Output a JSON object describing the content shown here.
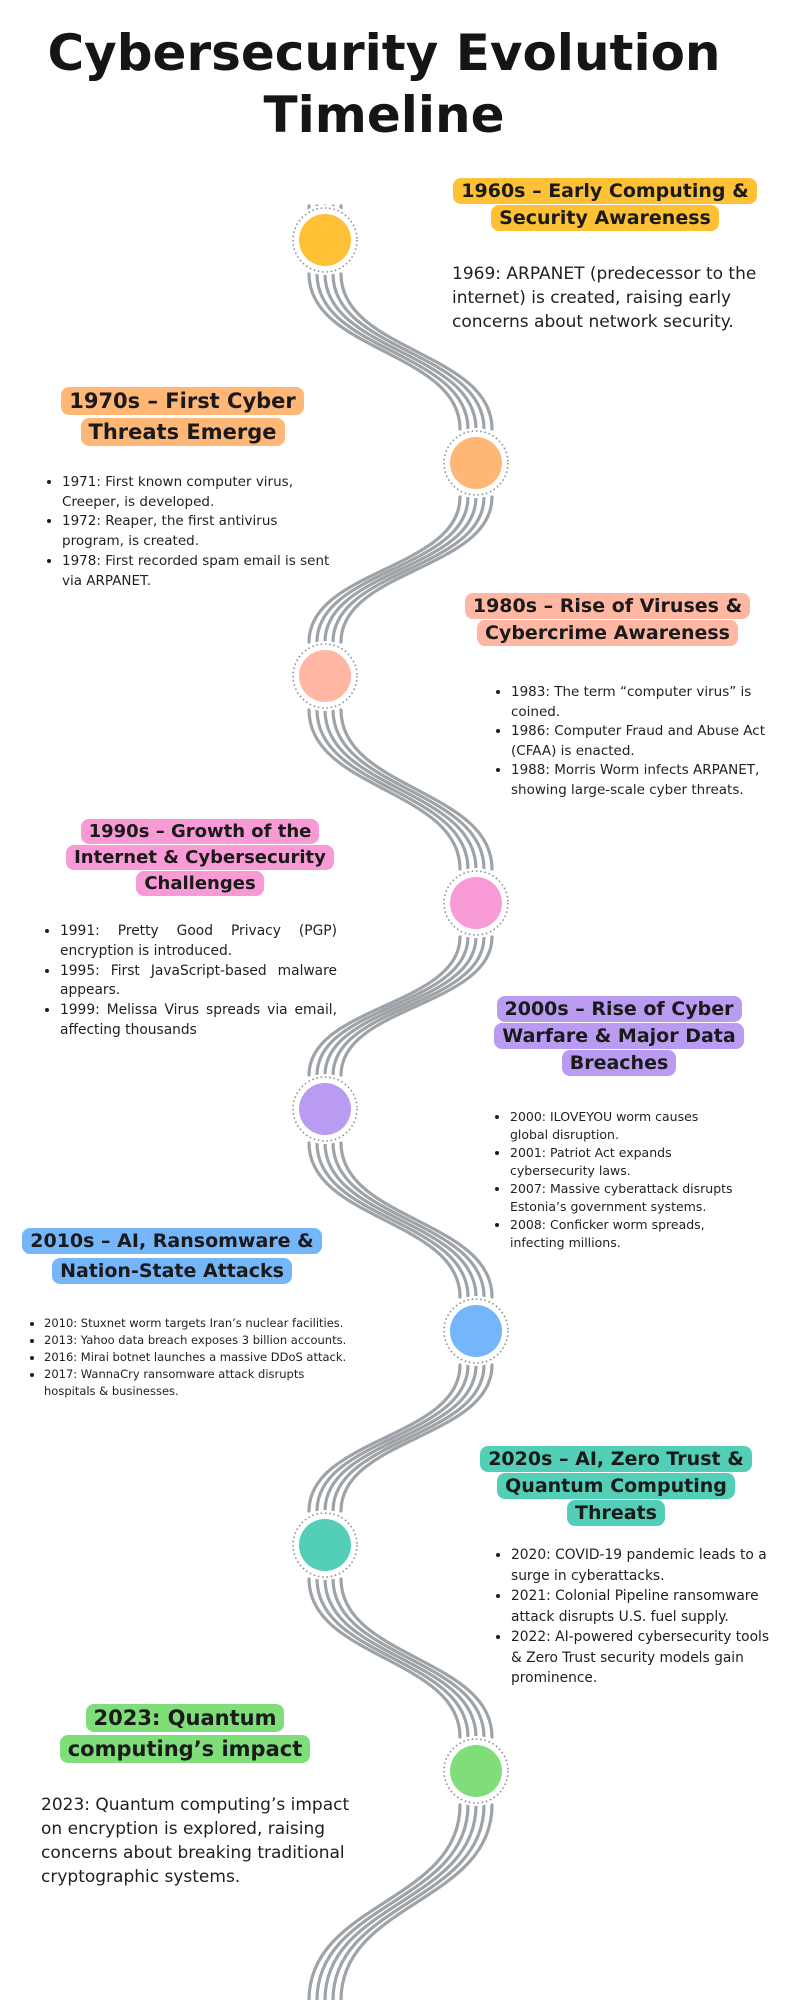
{
  "title": [
    "Cybersecurity Evolution",
    "Timeline"
  ],
  "colors": {
    "line": "#9ea3a8",
    "sections": [
      "#fec034",
      "#ffb778",
      "#ffb7a3",
      "#f89ad5",
      "#b99bf1",
      "#75b6fb",
      "#53cfb7",
      "#7fde7a"
    ]
  },
  "sections": [
    {
      "heading": "1960s – Early Computing & Security Awareness",
      "paragraph": "1969: ARPANET (predecessor to the internet) is created, raising early concerns about network security."
    },
    {
      "heading": "1970s – First Cyber Threats Emerge",
      "items": [
        "1971: First known computer virus, Creeper, is developed.",
        "1972: Reaper, the first antivirus program, is created.",
        "1978: First recorded spam email is sent via ARPANET."
      ]
    },
    {
      "heading": "1980s – Rise of Viruses & Cybercrime Awareness",
      "items": [
        "1983: The term “computer virus” is coined.",
        "1986: Computer Fraud and Abuse Act (CFAA) is enacted.",
        "1988: Morris Worm infects ARPANET, showing large-scale cyber threats."
      ]
    },
    {
      "heading": "1990s – Growth of the Internet & Cybersecurity Challenges",
      "items": [
        "1991: Pretty Good Privacy (PGP) encryption is introduced.",
        "1995: First JavaScript-based malware appears.",
        "1999: Melissa Virus spreads via email, affecting thousands"
      ]
    },
    {
      "heading": "2000s – Rise of Cyber Warfare & Major Data Breaches",
      "items": [
        "2000: ILOVEYOU worm causes global disruption.",
        "2001: Patriot Act expands cybersecurity laws.",
        "2007: Massive cyberattack disrupts Estonia’s government systems.",
        "2008: Conficker worm spreads, infecting millions."
      ]
    },
    {
      "heading": "2010s – AI, Ransomware & Nation-State Attacks",
      "items": [
        "2010: Stuxnet worm targets Iran’s nuclear facilities.",
        "2013: Yahoo data breach exposes 3 billion accounts.",
        "2016: Mirai botnet launches a massive DDoS attack.",
        "2017: WannaCry ransomware attack disrupts hospitals & businesses."
      ]
    },
    {
      "heading": "2020s – AI, Zero Trust & Quantum Computing Threats",
      "items": [
        "2020: COVID-19 pandemic leads to a surge in cyberattacks.",
        "2021: Colonial Pipeline ransomware attack disrupts U.S. fuel supply.",
        "2022: AI-powered cybersecurity tools & Zero Trust security models gain prominence."
      ]
    },
    {
      "heading": "2023: Quantum computing’s impact",
      "paragraph": "2023: Quantum computing’s impact on encryption is explored, raising concerns about breaking traditional cryptographic systems."
    }
  ]
}
